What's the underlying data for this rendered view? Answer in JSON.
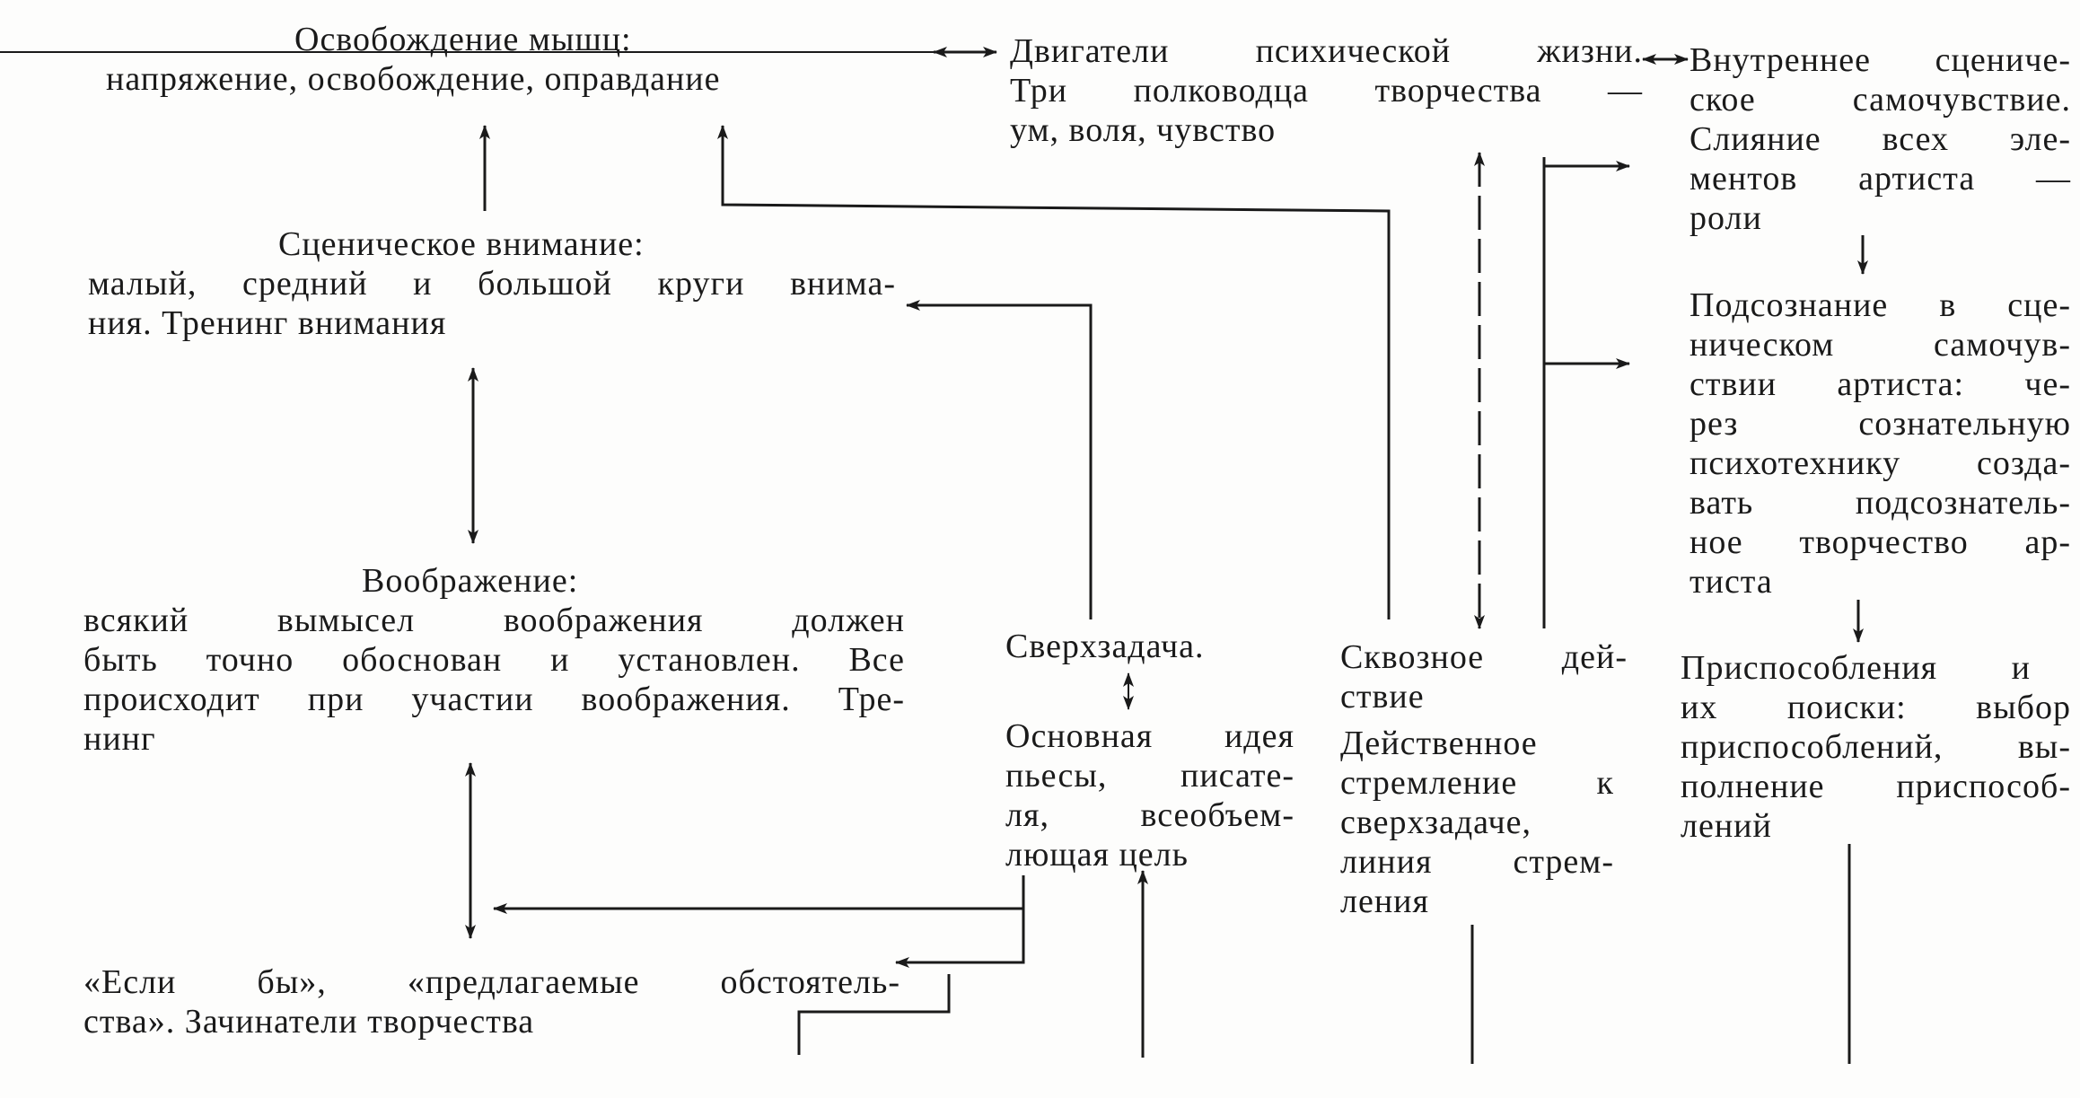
{
  "blocks": {
    "muscles": {
      "title": "Освобождение мышц:",
      "body": "напряжение, освобождение, оправдание"
    },
    "attention": {
      "title": "Сценическое внимание:",
      "lines": [
        "малый, средний и большой круги внима-",
        "ния. Тренинг внимания"
      ]
    },
    "imagination": {
      "title": "Воображение:",
      "lines": [
        "всякий вымысел воображения должен",
        "быть точно обоснован и установлен. Все",
        "происходит при участии воображения. Тре-",
        "нинг"
      ]
    },
    "if": {
      "lines": [
        "«Если бы», «предлагаемые обстоятель-",
        "ства». Зачинатели творчества"
      ]
    },
    "motors": {
      "lines": [
        "Двигатели психической жизни.",
        "Три полководца творчества —",
        "ум, воля, чувство"
      ]
    },
    "supertask": {
      "title": "Сверхзадача.",
      "lines": [
        "Основная идея",
        "пьесы, писате-",
        "ля, всеобъем-",
        "лющая цель"
      ]
    },
    "through_action": {
      "lines": [
        "Сквозное дей-",
        "ствие"
      ],
      "body_lines": [
        "Действенное",
        "стремление к",
        "сверхзадаче,",
        "линия стрем-",
        "ления"
      ]
    },
    "inner_feeling": {
      "lines": [
        "Внутреннее сцениче-",
        "ское самочувствие.",
        "Слияние всех эле-",
        "ментов артиста —",
        "роли"
      ]
    },
    "subconscious": {
      "lines": [
        "Подсознание в сце-",
        "ническом самочув-",
        "ствии артиста: че-",
        "рез сознательную",
        "психотехнику созда-",
        "вать подсознатель-",
        "ное творчество ар-",
        "тиста"
      ]
    },
    "adaptations": {
      "lines": [
        "Приспособления и",
        "их поиски: выбор",
        "приспособлений, вы-",
        "полнение приспособ-",
        "лений"
      ]
    }
  },
  "style": {
    "ink": "#1a1a1a",
    "paper": "#fdfdfc"
  }
}
